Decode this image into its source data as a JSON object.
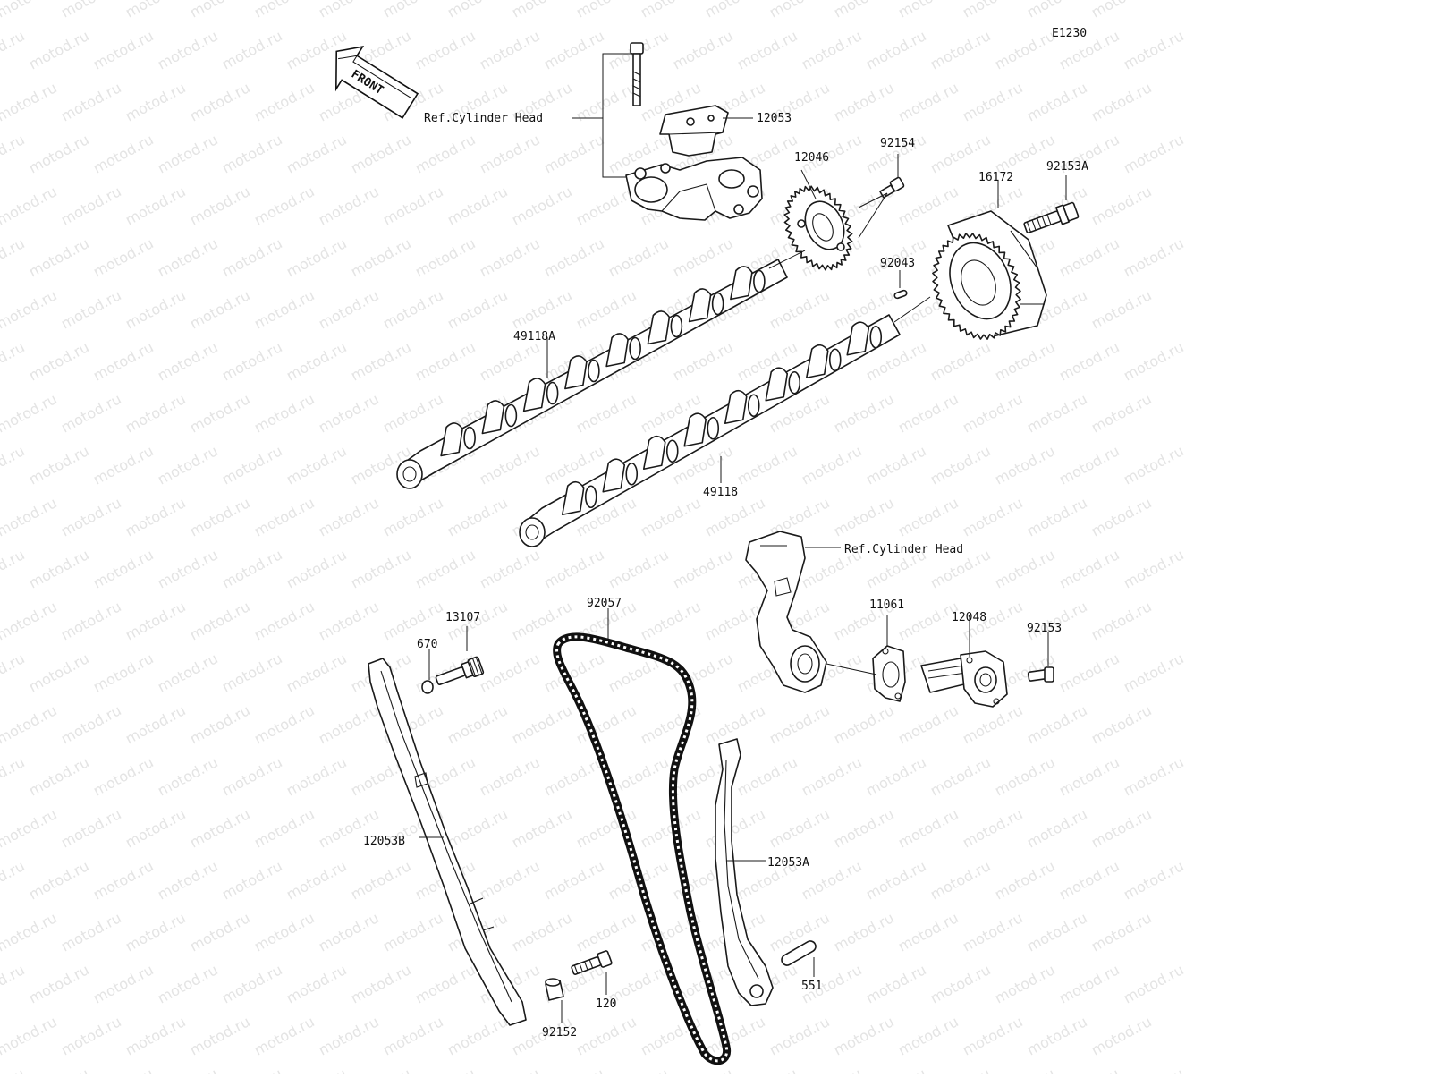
{
  "diagram_code": "E1230",
  "front_label": "FRONT",
  "watermark": "motod.ru",
  "ref_labels": {
    "upper": "Ref.Cylinder Head",
    "lower": "Ref.Cylinder Head"
  },
  "parts": {
    "p12053": "12053",
    "p12046": "12046",
    "p92154": "92154",
    "p16172": "16172",
    "p92153A": "92153A",
    "p92043": "92043",
    "p49118A": "49118A",
    "p49118": "49118",
    "p92057": "92057",
    "p13107": "13107",
    "p670": "670",
    "p11061": "11061",
    "p12048": "12048",
    "p92153": "92153",
    "p12053B": "12053B",
    "p12053A": "12053A",
    "p551": "551",
    "p120": "120",
    "p92152": "92152"
  }
}
